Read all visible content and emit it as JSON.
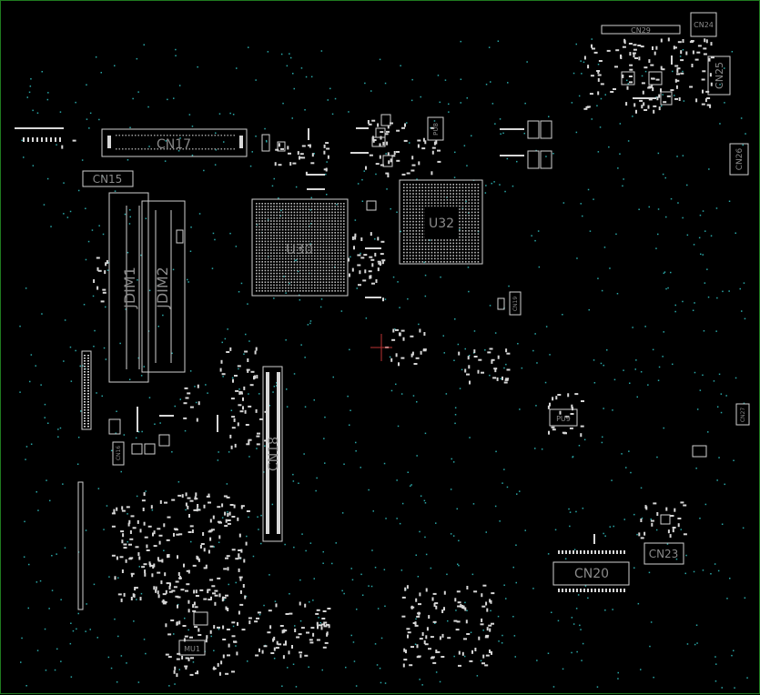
{
  "board": {
    "border_color": "#1f7a1f",
    "background": "#000000",
    "outline_color": "#cfcfcf",
    "label_color": "#8a8a8a",
    "via_color": "#2aa7a7"
  },
  "labels": {
    "cn17": "CN17",
    "cn15": "CN15",
    "jdim1": "JDIM1",
    "jdim2": "JDIM2",
    "u30": "U30",
    "u32": "U32",
    "cn18": "CN18",
    "cn20": "CN20",
    "cn23": "CN23",
    "cn24": "CN24",
    "cn25": "CN25",
    "cn26": "CN26",
    "cn27": "CN27",
    "cn29": "CN29",
    "cn19": "CN19",
    "cn16": "CN16",
    "pu8": "PU8",
    "pu9": "PU9",
    "mu1": "MU1"
  }
}
